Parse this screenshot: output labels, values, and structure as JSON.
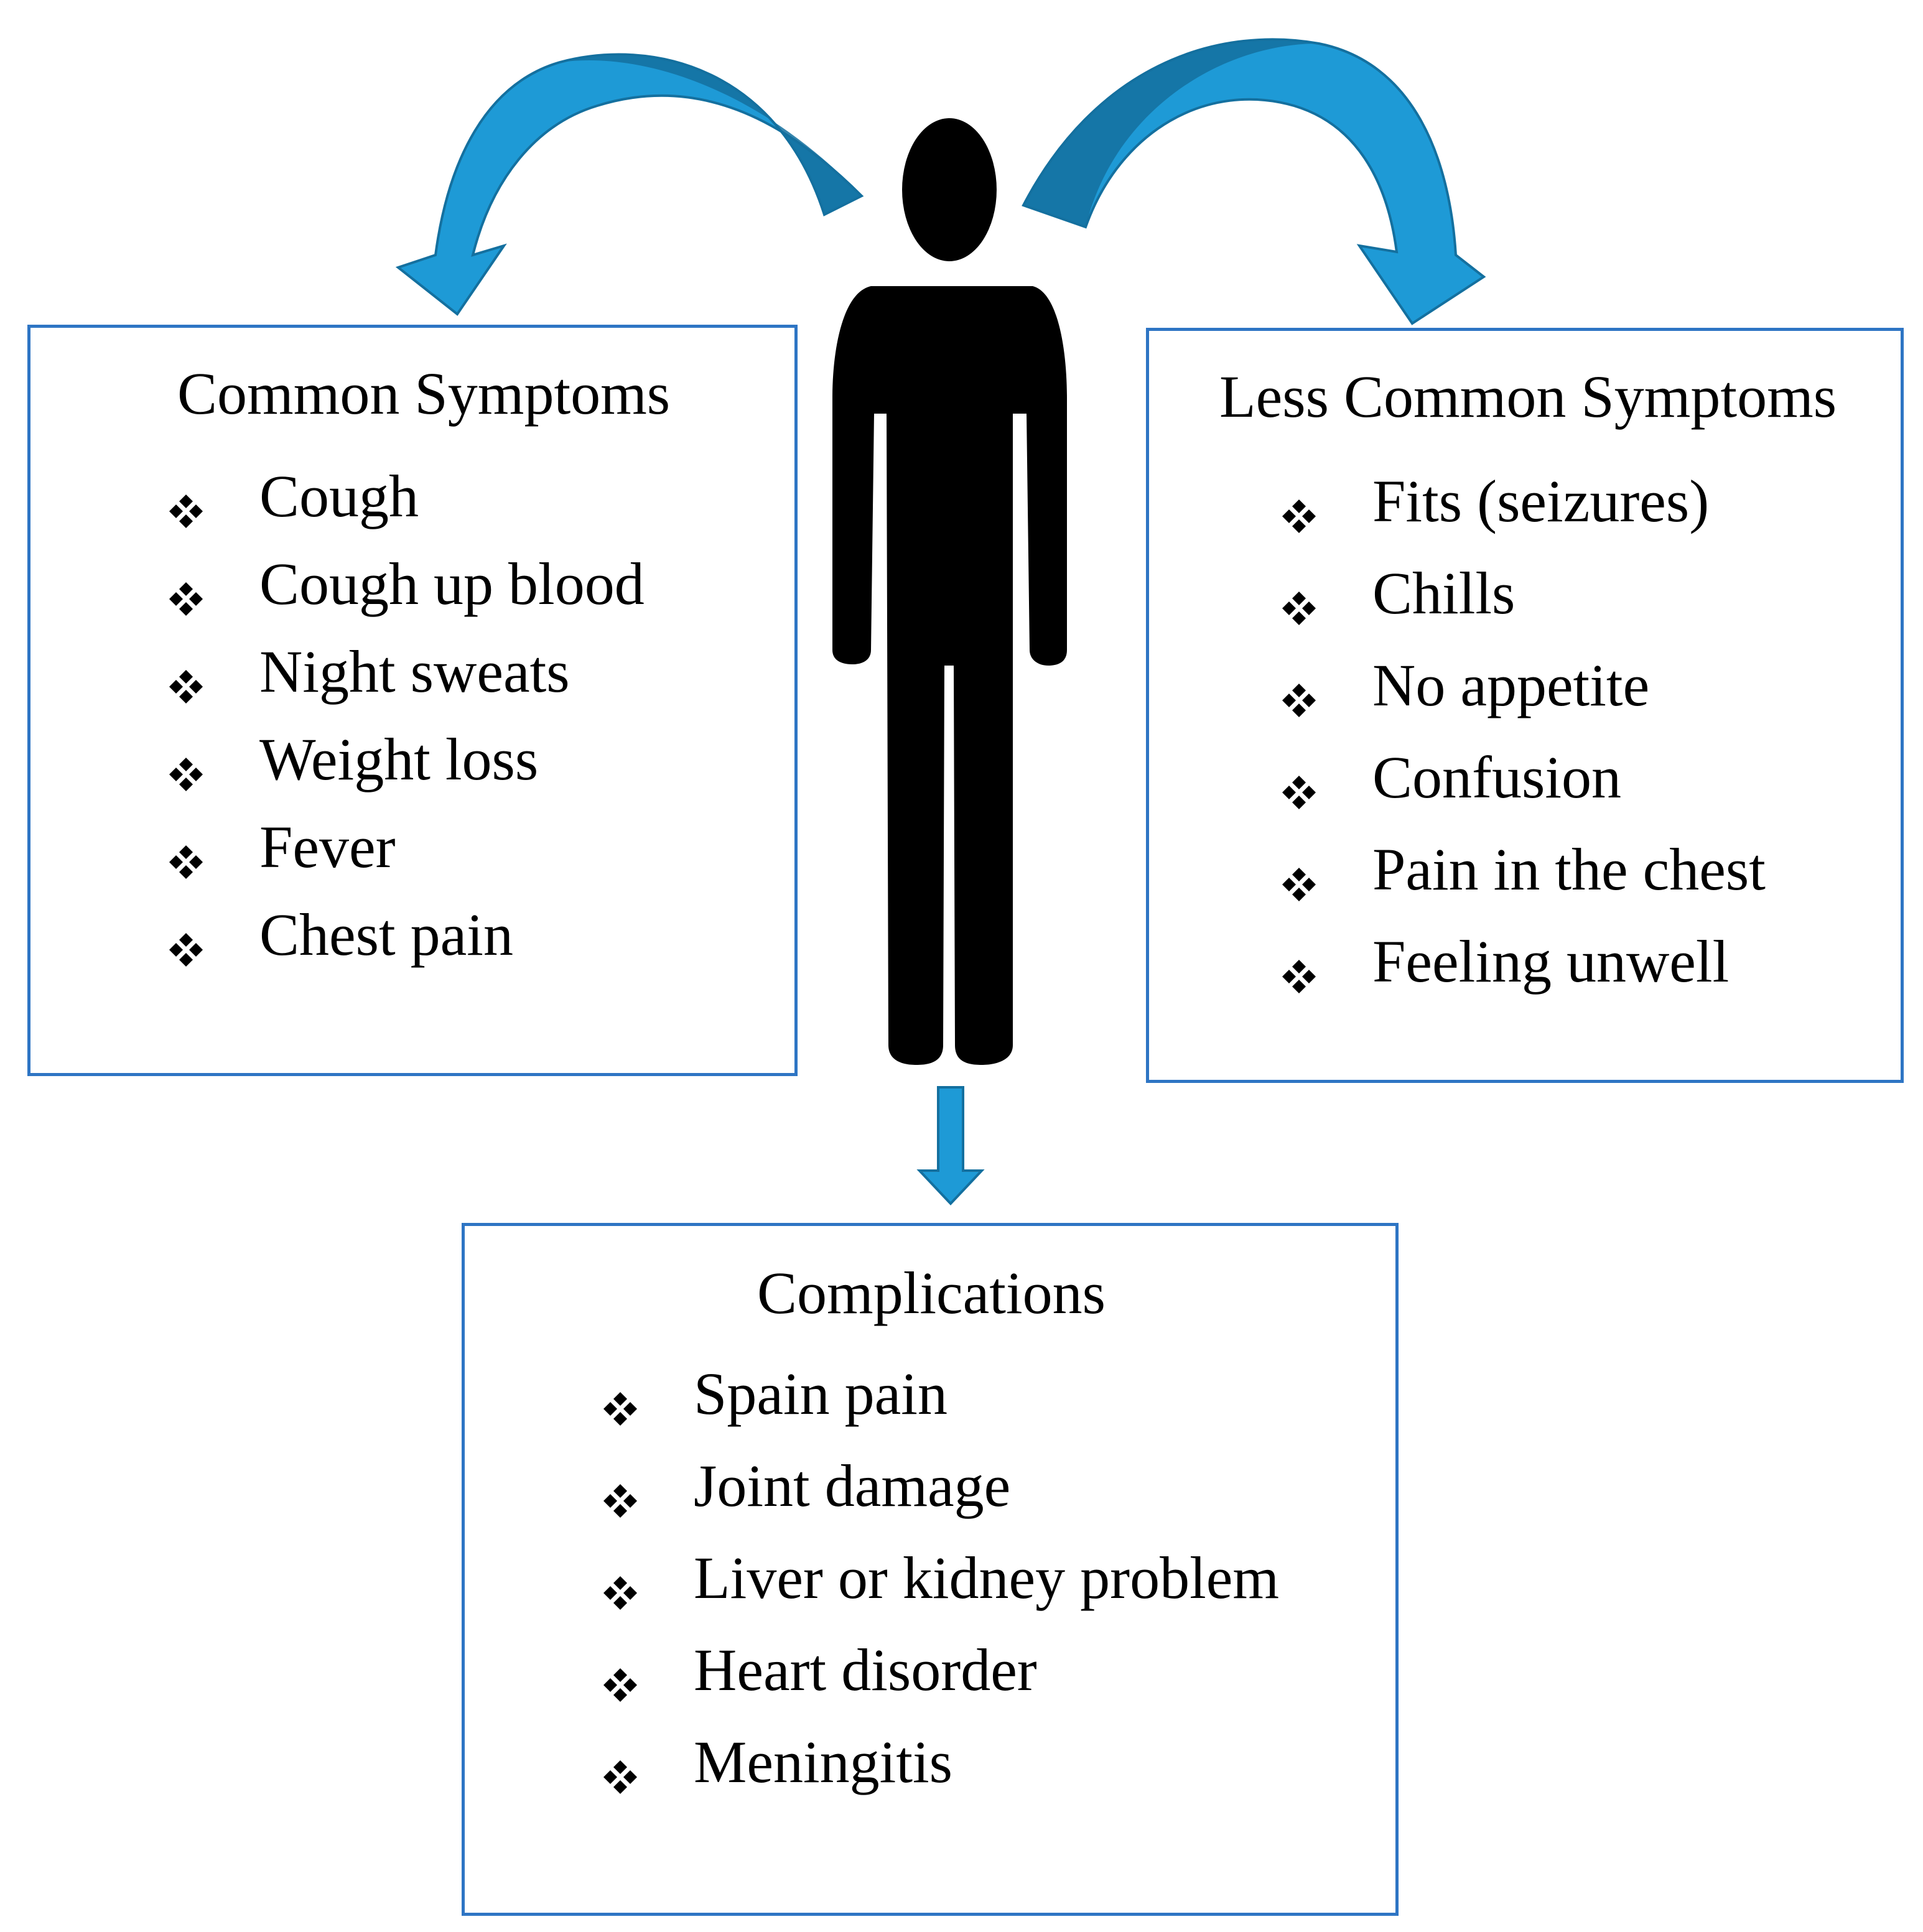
{
  "colors": {
    "box_border": "#2e75c4",
    "arrow_fill": "#1e9ad6",
    "arrow_dark": "#14709f",
    "figure": "#000000"
  },
  "icons": {
    "person": "person-silhouette-icon",
    "bullet": "four-diamond-bullet-icon",
    "arrow": "curved-arrow-icon"
  },
  "common": {
    "title": "Common Symptoms",
    "items": [
      "Cough",
      "Cough up blood",
      "Night sweats",
      "Weight loss",
      "Fever",
      "Chest pain"
    ]
  },
  "less_common": {
    "title": "Less Common Symptoms",
    "items": [
      "Fits (seizures)",
      "Chills",
      "No appetite",
      "Confusion",
      "Pain in the chest",
      "Feeling unwell"
    ]
  },
  "complications": {
    "title": "Complications",
    "items": [
      "Spain pain",
      "Joint damage",
      "Liver or kidney problem",
      "Heart disorder",
      "Meningitis"
    ]
  }
}
